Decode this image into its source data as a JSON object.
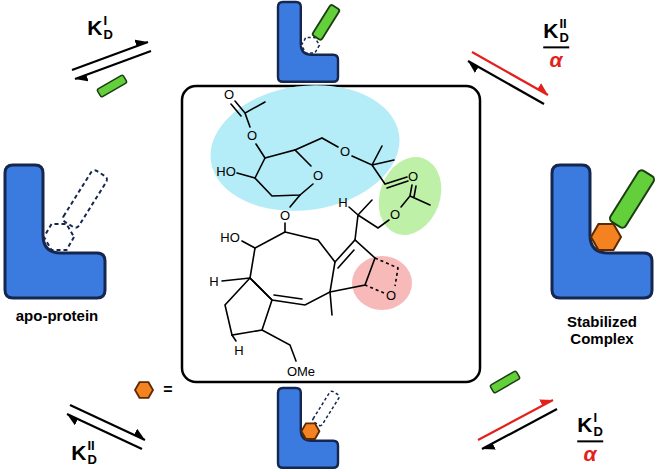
{
  "diagram": {
    "nodes": [
      {
        "text": [
          "apo-protein"
        ]
      },
      {
        "text": [
          "Stabilized Complex"
        ]
      }
    ],
    "labels": [
      "K",
      "D",
      "I",
      "K",
      "D",
      "II",
      "α",
      "K",
      "D",
      "II",
      "=",
      "K",
      "D",
      "I",
      "α",
      "O",
      "O",
      "HO",
      "O",
      "O",
      "O",
      "HO",
      "H",
      "O",
      "O",
      "O",
      "H",
      "H",
      "OMe"
    ]
  }
}
